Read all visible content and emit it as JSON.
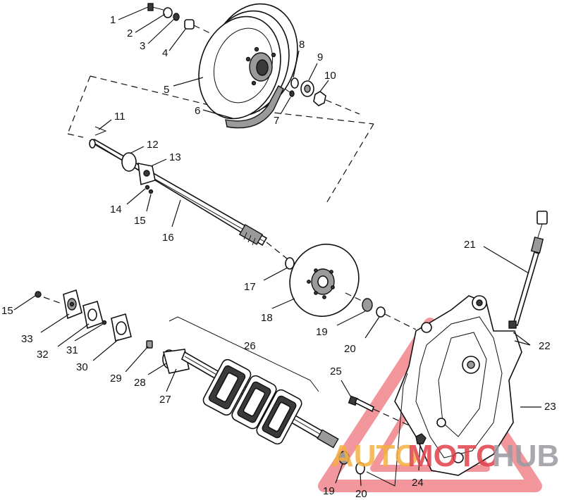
{
  "callouts": {
    "c1": "1",
    "c2": "2",
    "c3": "3",
    "c4": "4",
    "c5": "5",
    "c6": "6",
    "c7": "7",
    "c8": "8",
    "c9": "9",
    "c10": "10",
    "c11": "11",
    "c12": "12",
    "c13": "13",
    "c14": "14",
    "c15a": "15",
    "c15b": "15",
    "c16": "16",
    "c17": "17",
    "c18": "18",
    "c19a": "19",
    "c19b": "19",
    "c20a": "20",
    "c20b": "20",
    "c21": "21",
    "c22": "22",
    "c23": "23",
    "c24": "24",
    "c25": "25",
    "c26": "26",
    "c27": "27",
    "c28": "28",
    "c29": "29",
    "c30": "30",
    "c31": "31",
    "c32": "32",
    "c33": "33"
  },
  "watermark": {
    "word_a": "AUTO",
    "word_b": "MOTO",
    "word_c": "HUB",
    "color_a": "#f5b040",
    "color_b": "#e0404a",
    "color_c": "#9a9aa2"
  }
}
